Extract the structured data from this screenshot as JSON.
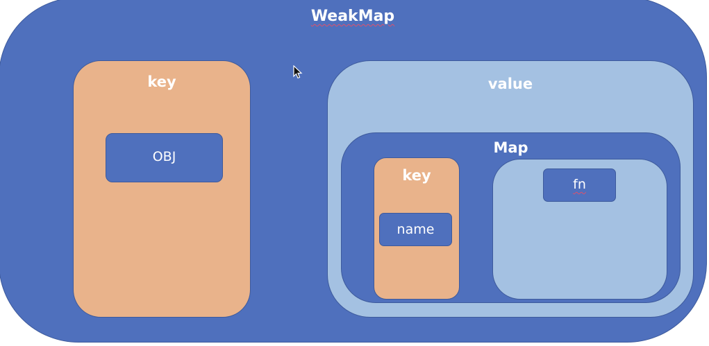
{
  "diagram": {
    "title": "WeakMap",
    "key_section": {
      "label": "key",
      "item": "OBJ"
    },
    "value_section": {
      "label": "value",
      "map": {
        "label": "Map",
        "key": {
          "label": "key",
          "item": "name"
        },
        "value": {
          "item": "fn"
        }
      }
    }
  },
  "colors": {
    "blue": "#4f70bd",
    "peach": "#e9b38b",
    "light_blue": "#a4c1e2",
    "text": "#ffffff"
  },
  "icons": {
    "cursor": "mouse-pointer-icon"
  }
}
